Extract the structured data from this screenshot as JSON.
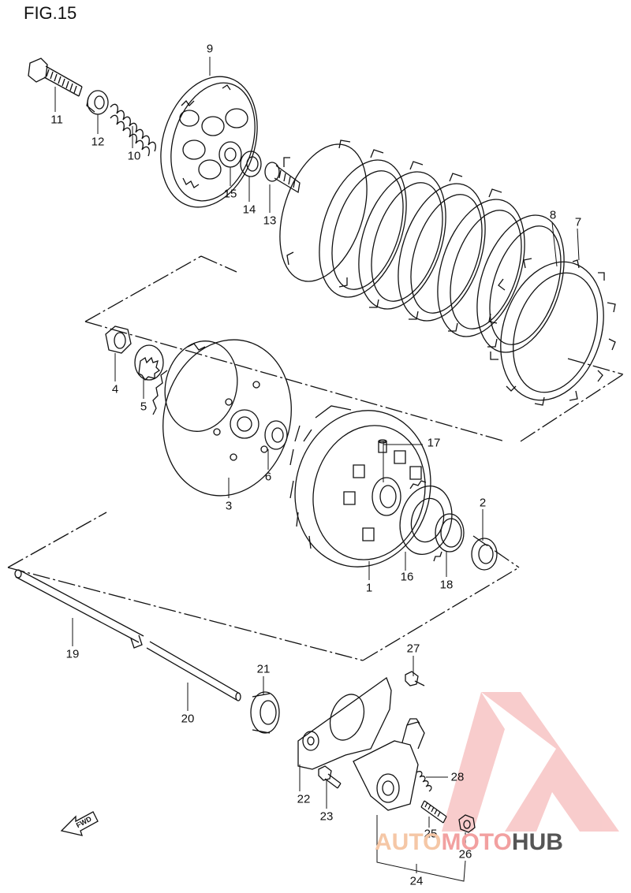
{
  "figure": {
    "title": "FIG.15"
  },
  "parts": [
    {
      "num": "9",
      "label_pos": "p9"
    },
    {
      "num": "11",
      "label_pos": "p11"
    },
    {
      "num": "12",
      "label_pos": "p12"
    },
    {
      "num": "10",
      "label_pos": "p10"
    },
    {
      "num": "15",
      "label_pos": "p15"
    },
    {
      "num": "14",
      "label_pos": "p14"
    },
    {
      "num": "13",
      "label_pos": "p13"
    },
    {
      "num": "8",
      "label_pos": "p8"
    },
    {
      "num": "7",
      "label_pos": "p7"
    },
    {
      "num": "4",
      "label_pos": "p4"
    },
    {
      "num": "5",
      "label_pos": "p5"
    },
    {
      "num": "3",
      "label_pos": "p3"
    },
    {
      "num": "6",
      "label_pos": "p6"
    },
    {
      "num": "17",
      "label_pos": "p17"
    },
    {
      "num": "2",
      "label_pos": "p2"
    },
    {
      "num": "1",
      "label_pos": "p1"
    },
    {
      "num": "16",
      "label_pos": "p16"
    },
    {
      "num": "18",
      "label_pos": "p18"
    },
    {
      "num": "19",
      "label_pos": "p19"
    },
    {
      "num": "27",
      "label_pos": "p27"
    },
    {
      "num": "21",
      "label_pos": "p21"
    },
    {
      "num": "20",
      "label_pos": "p20"
    },
    {
      "num": "28",
      "label_pos": "p28"
    },
    {
      "num": "22",
      "label_pos": "p22"
    },
    {
      "num": "23",
      "label_pos": "p23"
    },
    {
      "num": "25",
      "label_pos": "p25"
    },
    {
      "num": "26",
      "label_pos": "p26"
    },
    {
      "num": "24",
      "label_pos": "p24"
    }
  ],
  "fwd_arrow": {
    "label": "FWD",
    "icon": "forward-arrow-icon"
  },
  "watermark": {
    "part1": "AUTO",
    "part2": "MOTO",
    "part3": "HUB",
    "logo_color": "#f4a3a3",
    "icon": "automotohub-logo-icon"
  },
  "colors": {
    "line": "#111111",
    "background": "#ffffff"
  }
}
